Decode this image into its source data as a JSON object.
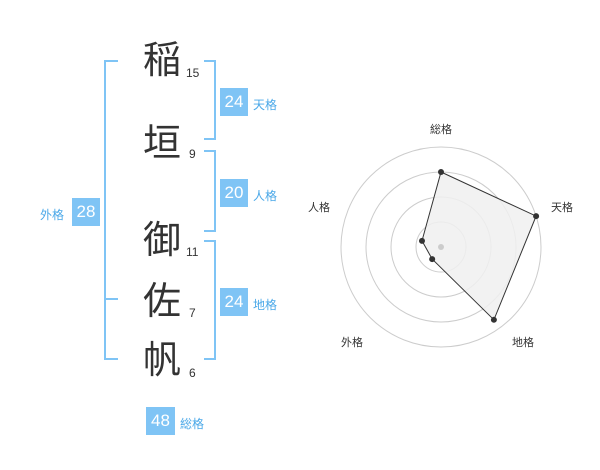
{
  "name_chars": [
    {
      "char": "稲",
      "strokes": "15"
    },
    {
      "char": "垣",
      "strokes": "9"
    },
    {
      "char": "御",
      "strokes": "11"
    },
    {
      "char": "佐",
      "strokes": "7"
    },
    {
      "char": "帆",
      "strokes": "6"
    }
  ],
  "kakusu": {
    "tenkaku": {
      "value": "24",
      "label": "天格"
    },
    "jinkaku": {
      "value": "20",
      "label": "人格"
    },
    "chikaku": {
      "value": "24",
      "label": "地格"
    },
    "gaikaku": {
      "value": "28",
      "label": "外格"
    },
    "soukaku": {
      "value": "48",
      "label": "総格"
    }
  },
  "chart_data": {
    "type": "radar",
    "axes": [
      "総格",
      "天格",
      "地格",
      "外格",
      "人格"
    ],
    "values": [
      0.75,
      1.0,
      0.9,
      0.15,
      0.2
    ],
    "rings": 4,
    "colors": {
      "fill": "#f0f0f0",
      "line": "#333333",
      "grid": "#cccccc",
      "center": "#cccccc"
    }
  },
  "colors": {
    "accent": "#7fc4f5",
    "label": "#4aa8e8"
  }
}
